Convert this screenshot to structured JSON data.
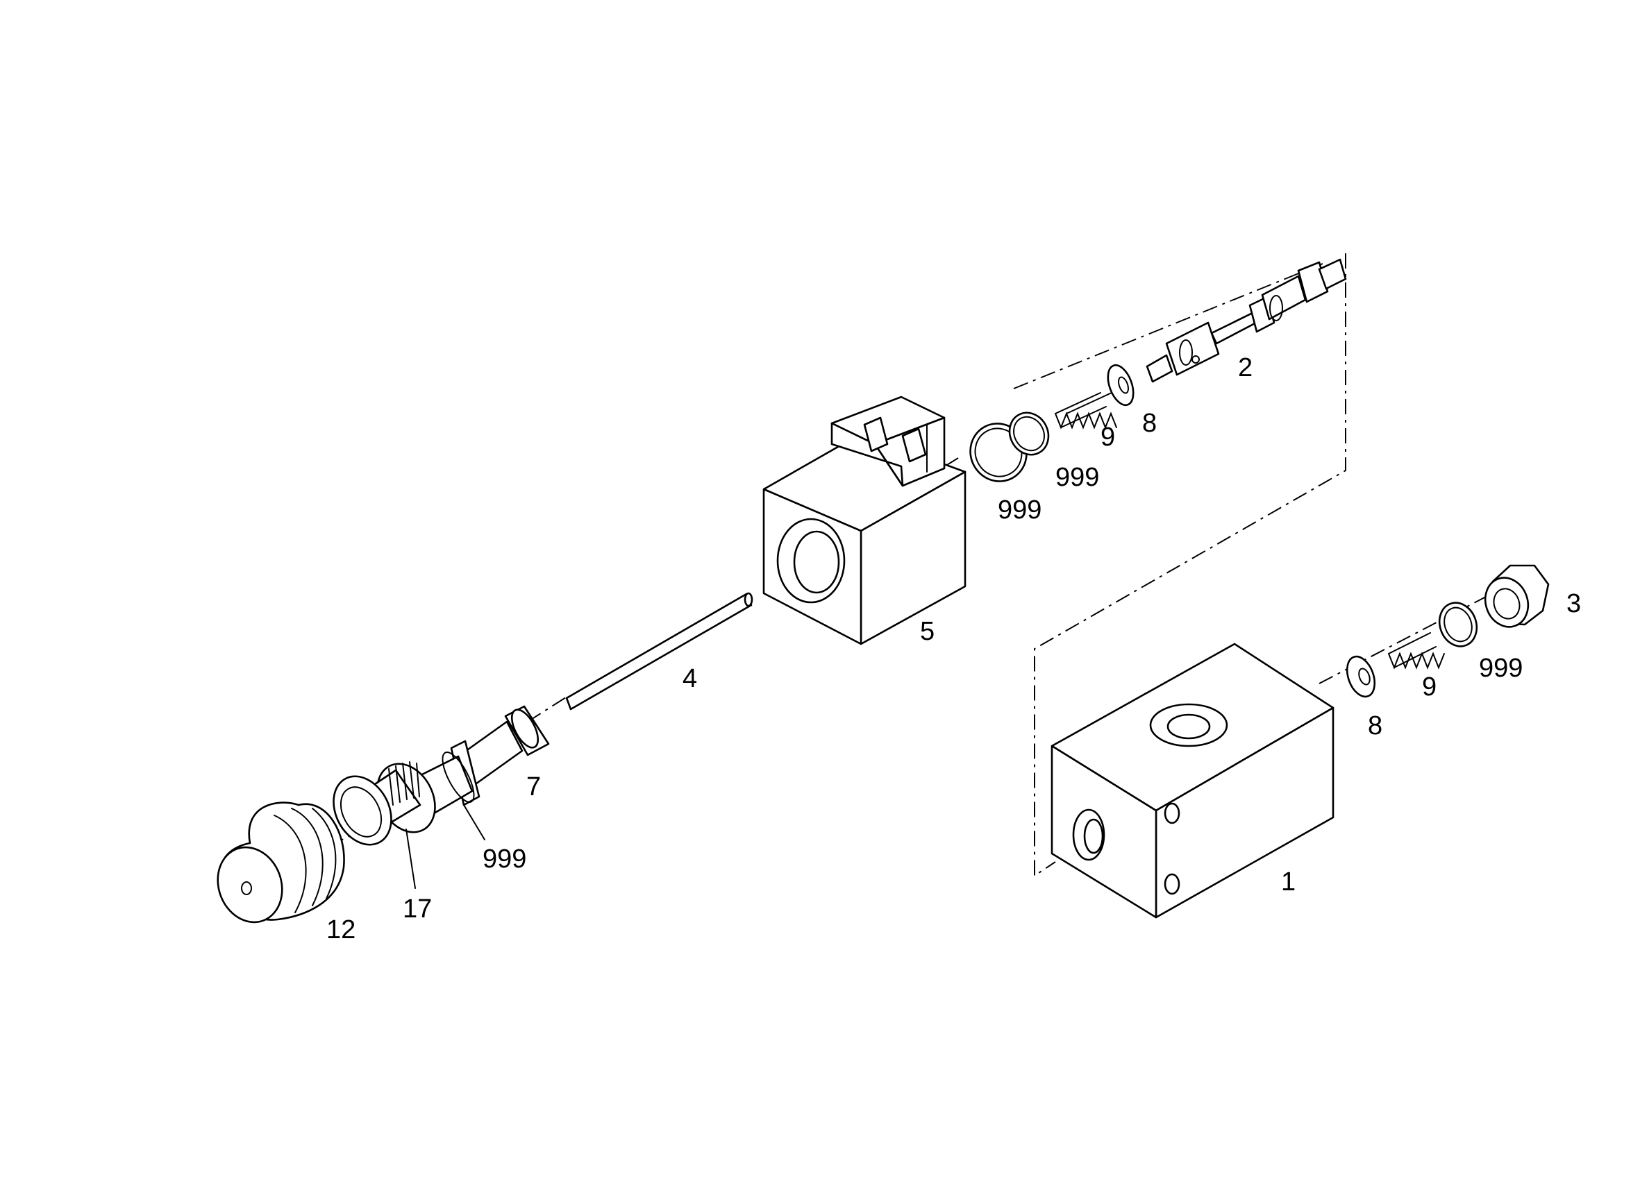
{
  "callouts": {
    "part_1": "1",
    "part_2": "2",
    "part_3": "3",
    "part_4": "4",
    "part_5": "5",
    "part_7": "7",
    "part_8_upper": "8",
    "part_8_lower": "8",
    "part_9_upper": "9",
    "part_9_lower": "9",
    "part_12": "12",
    "part_17": "17",
    "part_999_a": "999",
    "part_999_b": "999",
    "part_999_c": "999",
    "part_999_d": "999"
  },
  "colors": {
    "line": "#000000",
    "background": "#ffffff"
  }
}
